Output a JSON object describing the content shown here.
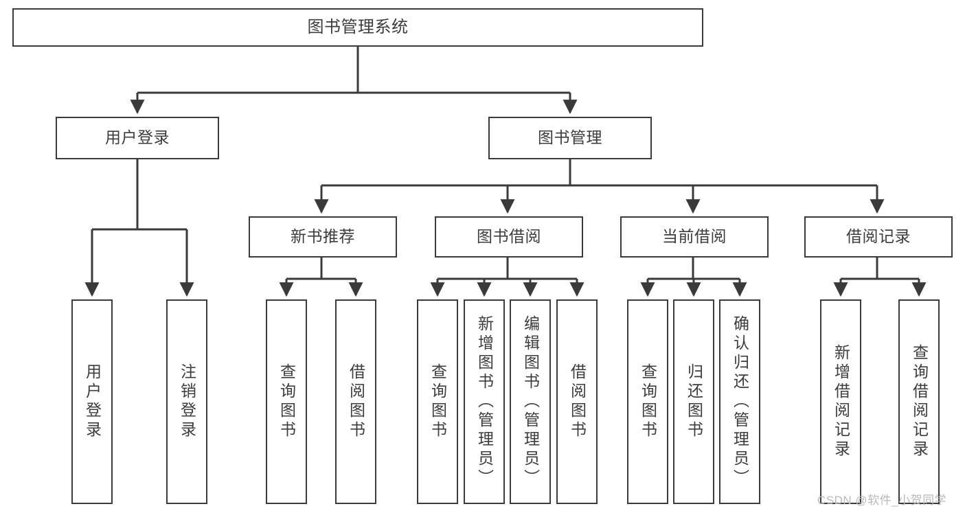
{
  "diagram": {
    "title": "图书管理系统",
    "type": "功能结构图",
    "stroke_color": "#3a3a3a",
    "text_color": "#3c3c3c",
    "background_color": "#ffffff"
  },
  "root": {
    "label": "图书管理系统"
  },
  "level2": [
    {
      "label": "用户登录"
    },
    {
      "label": "图书管理"
    }
  ],
  "level3": [
    {
      "label": "新书推荐"
    },
    {
      "label": "图书借阅"
    },
    {
      "label": "当前借阅"
    },
    {
      "label": "借阅记录"
    }
  ],
  "leaves": {
    "user_login": [
      {
        "label": "用户登录"
      },
      {
        "label": "注销登录"
      }
    ],
    "new_book_recommend": [
      {
        "label": "查询图书"
      },
      {
        "label": "借阅图书"
      }
    ],
    "book_borrow": [
      {
        "label": "查询图书"
      },
      {
        "label": "新增图书（管理员）"
      },
      {
        "label": "编辑图书（管理员）"
      },
      {
        "label": "借阅图书"
      }
    ],
    "current_borrow": [
      {
        "label": "查询图书"
      },
      {
        "label": "归还图书"
      },
      {
        "label": "确认归还（管理员）"
      }
    ],
    "borrow_record": [
      {
        "label": "新增借阅记录"
      },
      {
        "label": "查询借阅记录"
      }
    ]
  },
  "watermark": {
    "text": "CSDN @软件_小贺同学"
  }
}
